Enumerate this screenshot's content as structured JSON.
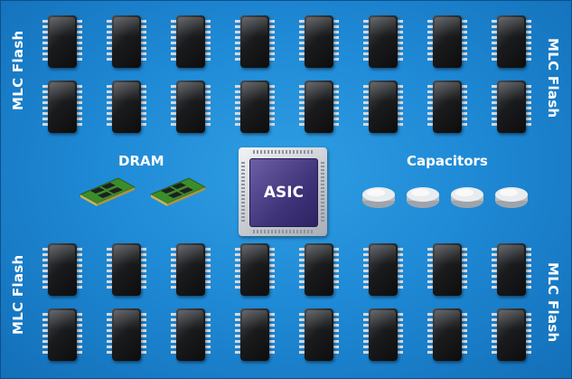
{
  "labels": {
    "top_left": "MLC Flash",
    "top_right": "MLC Flash",
    "bottom_left": "MLC Flash",
    "bottom_right": "MLC Flash",
    "dram": "DRAM",
    "asic": "ASIC",
    "capacitors": "Capacitors"
  },
  "colors": {
    "board": "#1f8ad6",
    "chip": "#1a1b1d",
    "asic_die": "#3f337a",
    "text": "#ffffff"
  }
}
